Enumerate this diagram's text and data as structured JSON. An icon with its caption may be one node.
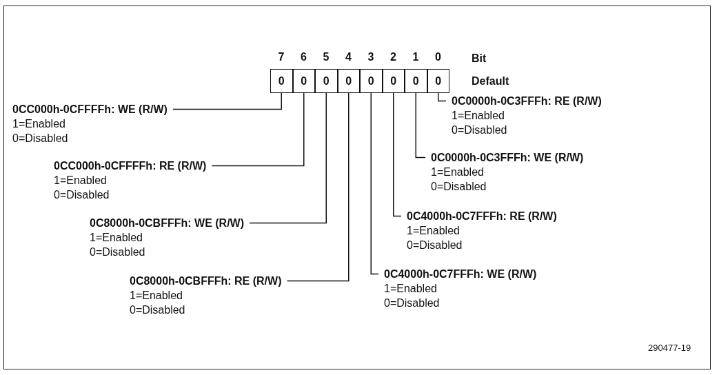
{
  "diagram": {
    "nodes": [
      {
        "text": [
          "0"
        ],
        "beside": [
          "7"
        ]
      },
      {
        "text": [
          "0"
        ],
        "beside": [
          "6"
        ]
      },
      {
        "text": [
          "0"
        ],
        "beside": [
          "5"
        ]
      },
      {
        "text": [
          "0"
        ],
        "beside": [
          "4"
        ]
      },
      {
        "text": [
          "0"
        ],
        "beside": [
          "3"
        ]
      },
      {
        "text": [
          "0"
        ],
        "beside": [
          "2"
        ]
      },
      {
        "text": [
          "0"
        ],
        "beside": [
          "1"
        ]
      },
      {
        "text": [
          "0"
        ],
        "beside": [
          "0"
        ]
      },
      {
        "text": [
          "0CC000h-0CFFFFh: WE (R/W)",
          "1=Enabled",
          "0=Disabled"
        ]
      },
      {
        "text": [
          "0C0000h-0C3FFFh: RE (R/W)",
          "1=Enabled",
          "0=Disabled"
        ]
      },
      {
        "text": [
          "0CC000h-0CFFFFh: RE (R/W)",
          "1=Enabled",
          "0=Disabled"
        ]
      },
      {
        "text": [
          "0C0000h-0C3FFFh: WE (R/W)",
          "1=Enabled",
          "0=Disabled"
        ]
      },
      {
        "text": [
          "0C8000h-0CBFFFh: WE (R/W)",
          "1=Enabled",
          "0=Disabled"
        ]
      },
      {
        "text": [
          "0C4000h-0C7FFFh: RE (R/W)",
          "1=Enabled",
          "0=Disabled"
        ]
      },
      {
        "text": [
          "0C8000h-0CBFFFh: RE (R/W)",
          "1=Enabled",
          "0=Disabled"
        ]
      },
      {
        "text": [
          "0C4000h-0C7FFFh: WE (R/W)",
          "1=Enabled",
          "0=Disabled"
        ]
      }
    ],
    "edges": [
      {
        "from": 0,
        "to": 8,
        "arrow": "none"
      },
      {
        "from": 7,
        "to": 9,
        "arrow": "none"
      },
      {
        "from": 1,
        "to": 10,
        "arrow": "none"
      },
      {
        "from": 6,
        "to": 11,
        "arrow": "none"
      },
      {
        "from": 2,
        "to": 12,
        "arrow": "none"
      },
      {
        "from": 5,
        "to": 13,
        "arrow": "none"
      },
      {
        "from": 3,
        "to": 14,
        "arrow": "none"
      },
      {
        "from": 4,
        "to": 15,
        "arrow": "none"
      }
    ],
    "labels": [
      "Bit",
      "Default",
      "290477-19"
    ]
  }
}
